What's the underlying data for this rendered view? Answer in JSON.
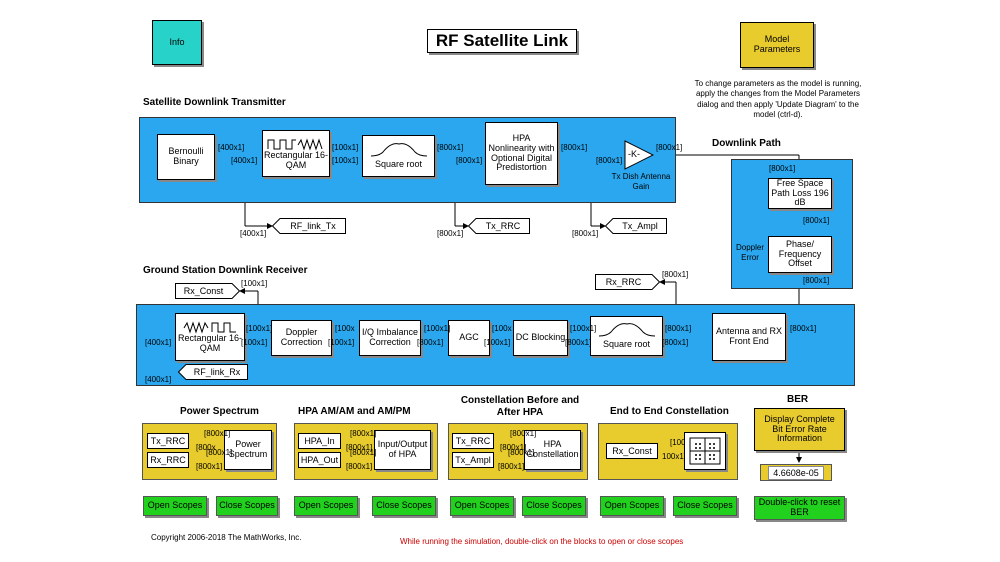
{
  "header": {
    "title": "RF Satellite Link",
    "info_label": "Info",
    "model_params_label": "Model Parameters",
    "note": "To change parameters as the model is running, apply the changes from the Model Parameters dialog and then apply 'Update Diagram' to the model (ctrl-d)."
  },
  "transmitter": {
    "title": "Satellite Downlink Transmitter",
    "bernoulli": "Bernoulli Binary",
    "qam": "Rectangular 16-QAM",
    "sqrt": "Square root",
    "hpa": "HPA Nonlinearity with Optional Digital Predistortion",
    "gain": "-K-",
    "gain_label": "Tx Dish Antenna Gain",
    "tag_tx": "RF_link_Tx",
    "tag_rrc": "Tx_RRC",
    "tag_ampl": "Tx_Ampl"
  },
  "downlink": {
    "title": "Downlink Path",
    "fspl": "Free Space Path Loss 196 dB",
    "phase": "Phase/ Frequency Offset",
    "doppler": "Doppler Error"
  },
  "receiver": {
    "title": "Ground Station Downlink Receiver",
    "tag_const": "Rx_Const",
    "tag_rrc": "Rx_RRC",
    "tag_rx": "RF_link_Rx",
    "qam": "Rectangular 16-QAM",
    "doppler": "Doppler Correction",
    "iq": "I/Q Imbalance Correction",
    "agc": "AGC",
    "dc": "DC Blocking",
    "sqrt": "Square root",
    "antenna": "Antenna and RX Front End"
  },
  "dims": {
    "d400": "[400x1]",
    "d100": "[100x1]",
    "d800": "[800x1]",
    "d100t": "[100x",
    "d800t": "[800x",
    "d100s": "[100",
    "d100r": "100x1]"
  },
  "scopes": {
    "power": {
      "title": "Power Spectrum",
      "in1": "Tx_RRC",
      "in2": "Rx_RRC",
      "block": "Power Spectrum"
    },
    "hpa": {
      "title": "HPA AM/AM and AM/PM",
      "in1": "HPA_In",
      "in2": "HPA_Out",
      "block": "Input/Output of HPA"
    },
    "constellation": {
      "title": "Constellation Before and After HPA",
      "in1": "Tx_RRC",
      "in2": "Tx_Ampl",
      "block": "HPA Constellation"
    },
    "e2e": {
      "title": "End to End Constellation",
      "in1": "Rx_Const"
    },
    "open_label": "Open Scopes",
    "close_label": "Close Scopes"
  },
  "ber": {
    "title": "BER",
    "display": "Display Complete Bit Error Rate Information",
    "value": "4.6608e-05",
    "reset": "Double-click to reset BER"
  },
  "footer": {
    "copyright": "Copyright 2006-2018 The MathWorks, Inc.",
    "hint": "While running the simulation, double-click on the blocks to open or close  scopes"
  },
  "colors": {
    "subsystem_blue": "#2aa7ef",
    "panel_yellow": "#e8cc2e",
    "button_green": "#22d11e",
    "info_teal": "#27d3c9",
    "hint_red": "#cc0000"
  }
}
